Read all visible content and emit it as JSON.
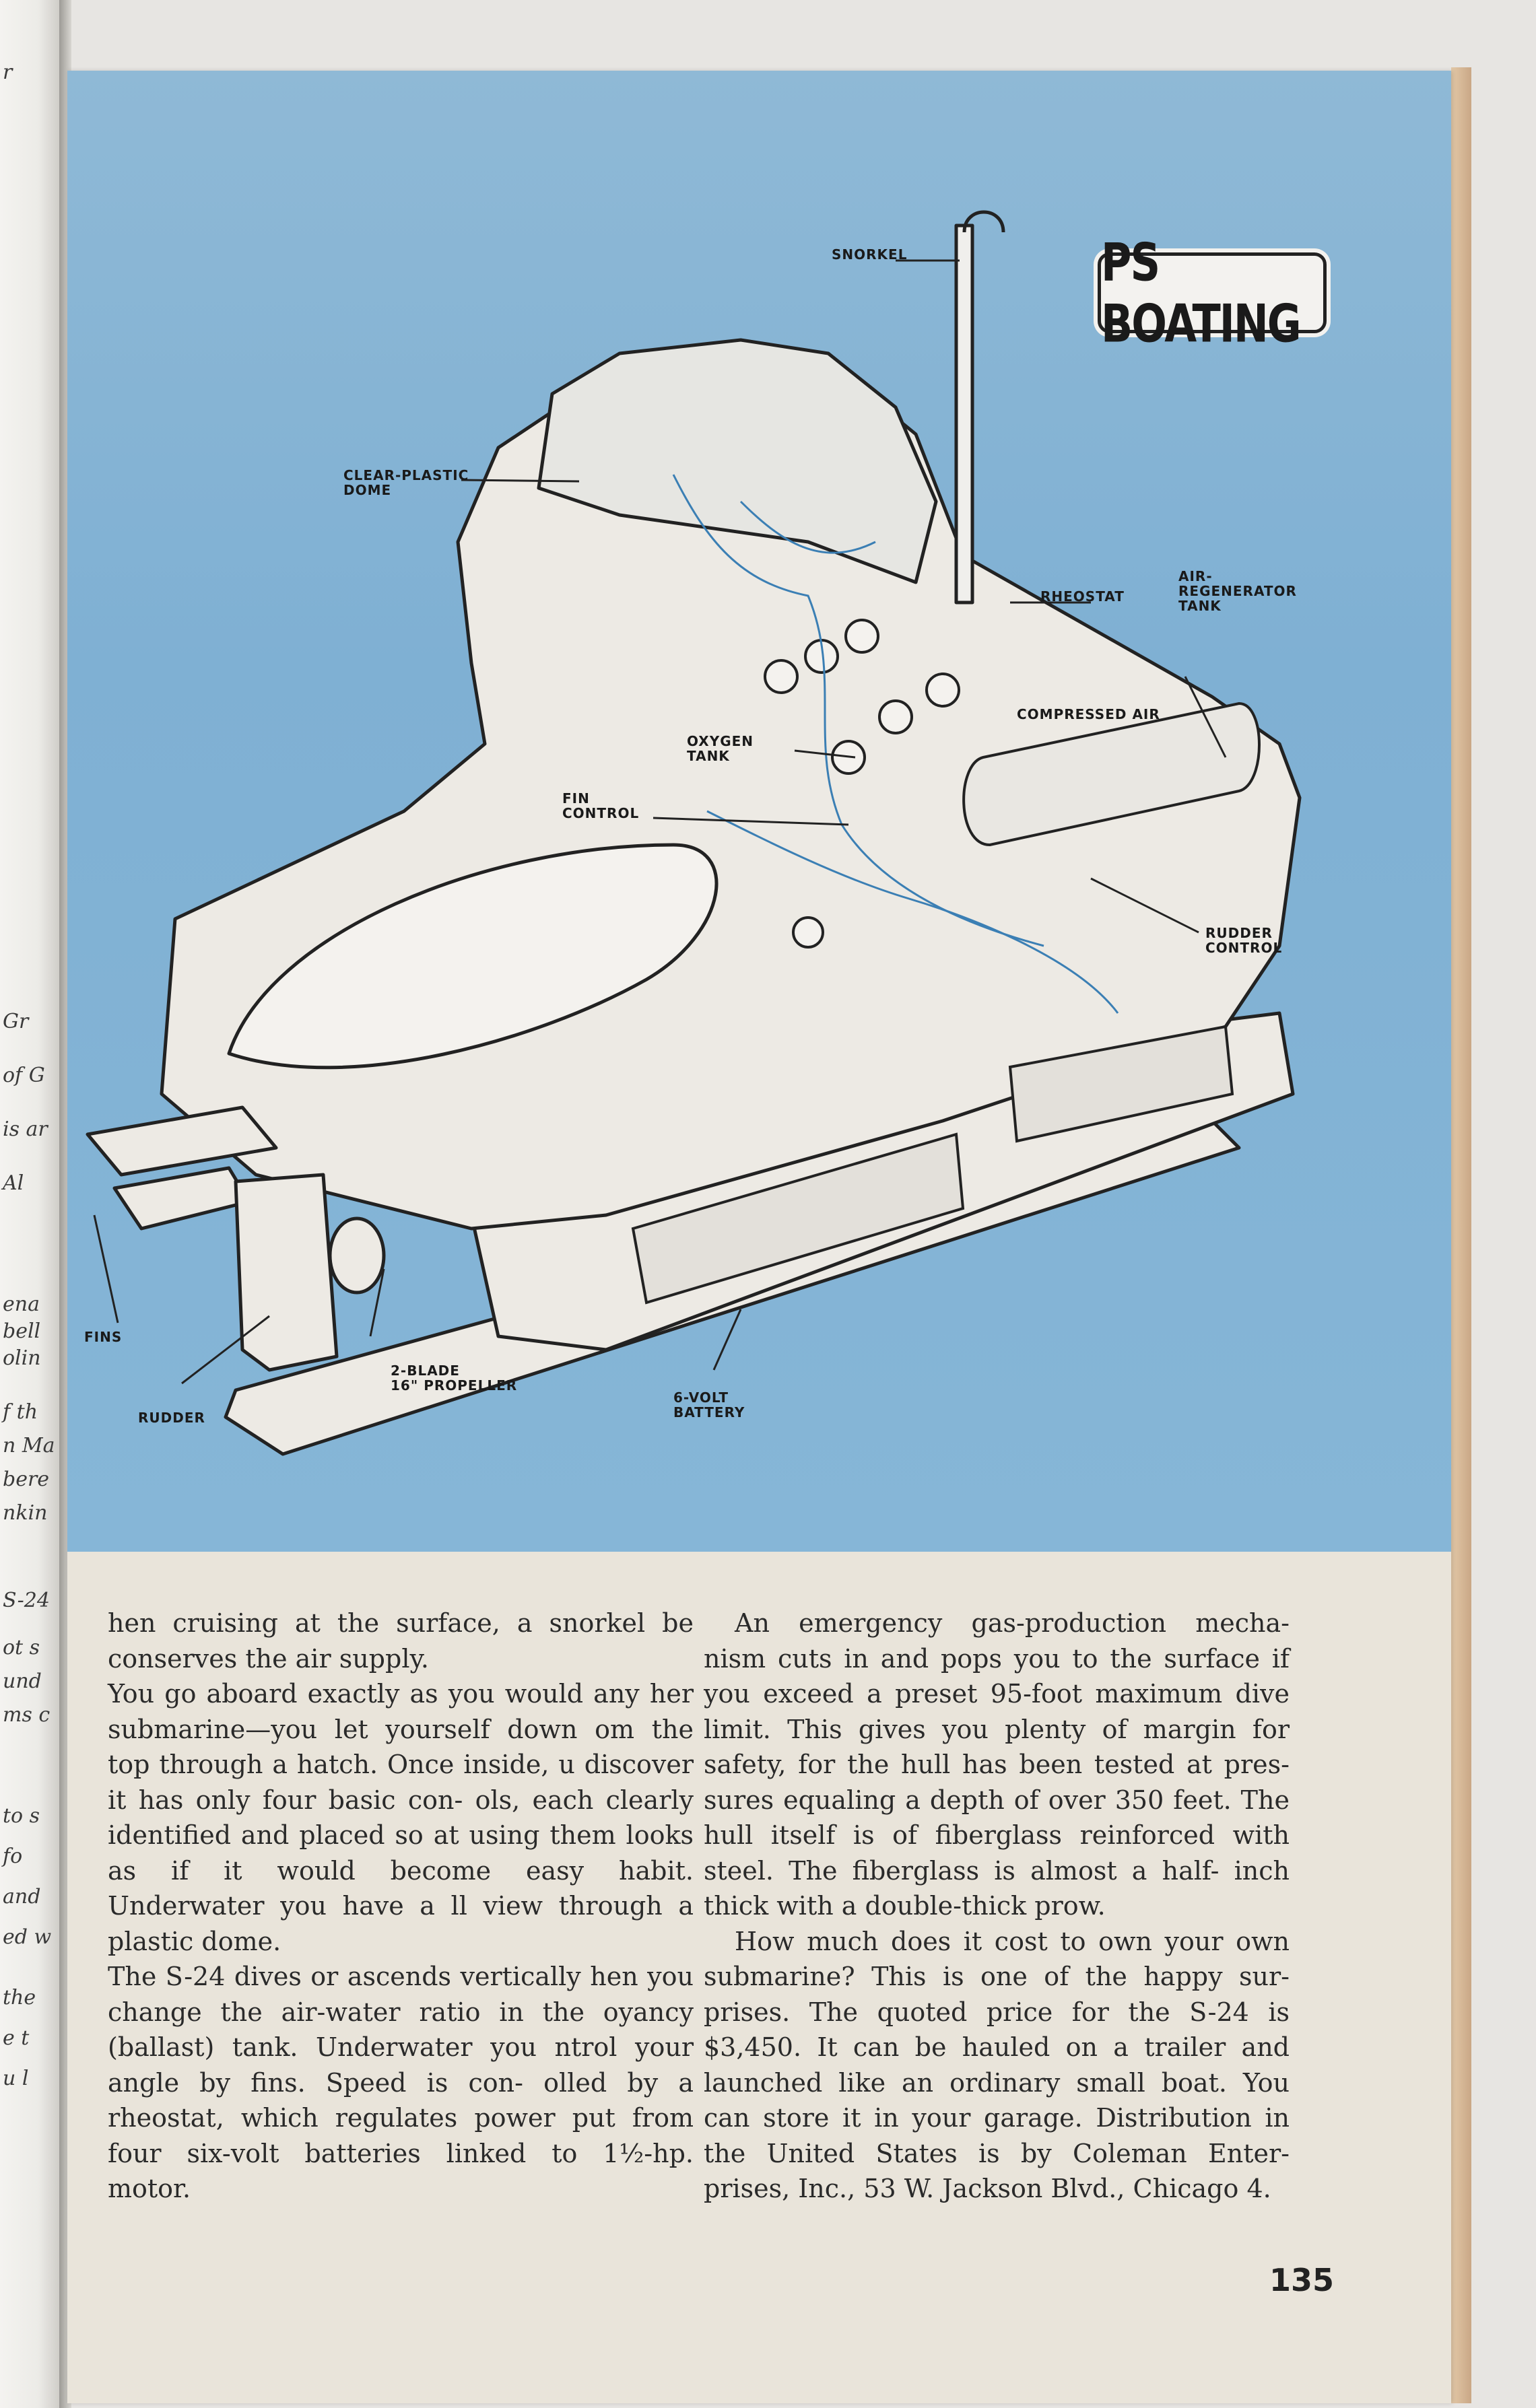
{
  "badge": "PS BOATING",
  "labels": {
    "snorkel": "SNORKEL",
    "dome": "CLEAR-PLASTIC\nDOME",
    "rheostat": "RHEOSTAT",
    "air_tank": "AIR-\nREGENERATOR\nTANK",
    "compressed_air": "COMPRESSED AIR",
    "oxygen_tank": "OXYGEN\nTANK",
    "fin_control": "FIN\nCONTROL",
    "rudder_control": "RUDDER\nCONTROL",
    "fins": "FINS",
    "rudder": "RUDDER",
    "propeller": "2-BLADE\n16\" PROPELLER",
    "battery": "6-VOLT\nBATTERY"
  },
  "column_left": [
    "hen cruising at the surface, a snorkel be conserves the air supply.",
    "You go aboard exactly as you would any her submarine—you let yourself down om the top through a hatch. Once inside, u discover it has only four basic con- ols, each clearly identified and placed so at using them looks as if it would become easy habit. Underwater you have a ll view through a plastic dome.",
    "The S-24 dives or ascends vertically hen you change the air-water ratio in the oyancy (ballast) tank. Underwater you ntrol your angle by fins. Speed is con- olled by a rheostat, which regulates power put from four six-volt batteries linked to 1½-hp. motor."
  ],
  "column_right": [
    "An emergency gas-production mecha- nism cuts in and pops you to the surface if you exceed a preset 95-foot maximum dive limit. This gives you plenty of margin for safety, for the hull has been tested at pres- sures equaling a depth of over 350 feet. The hull itself is of fiberglass reinforced with steel. The fiberglass is almost a half- inch thick with a double-thick prow.",
    "How much does it cost to own your own submarine? This is one of the happy sur- prises. The quoted price for the S-24 is $3,450. It can be hauled on a trailer and launched like an ordinary small boat. You can store it in your garage. Distribution in the United States is by Coleman Enter- prises, Inc., 53 W. Jackson Blvd., Chicago 4."
  ],
  "page_number": "135",
  "left_page_fragments": [
    "r",
    "Gr",
    "of G",
    "is ar",
    "Al",
    "bell",
    "ena",
    "olin",
    "f th",
    "n Ma",
    "bere",
    "nkin",
    "S-24",
    "ot s",
    "und",
    "ms c",
    "to s",
    "fo",
    "and",
    "ed w",
    "the",
    "e t",
    "u l"
  ]
}
